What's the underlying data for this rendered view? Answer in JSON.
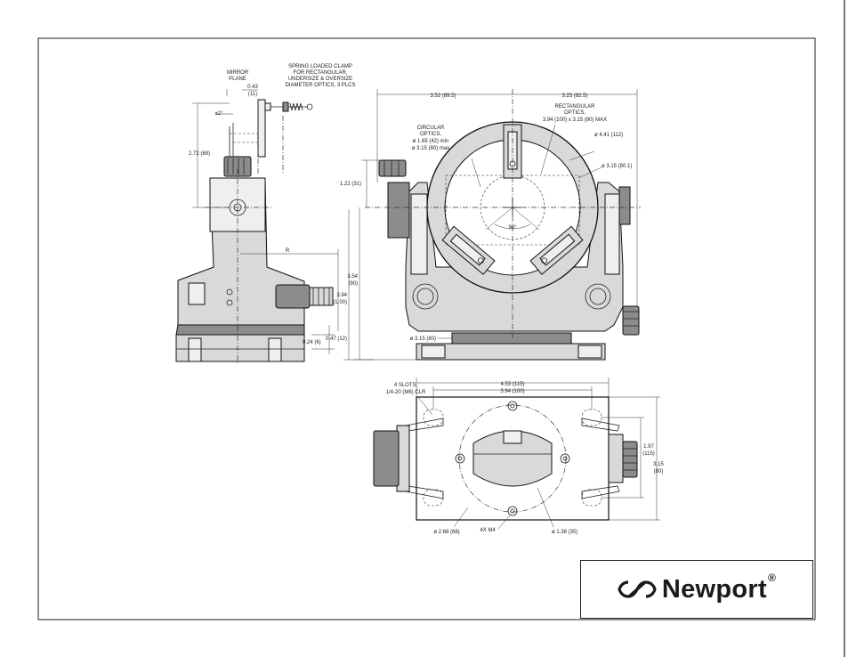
{
  "drawing": {
    "side_view": {
      "mirror_plane": [
        "MIRROR",
        "PLANE"
      ],
      "clamp_note": [
        "SPRING LOADED CLAMP",
        "FOR RECTANGULAR,",
        "UNDERSIZE & OVERSIZE",
        "DIAMETER OPTICS, 3 PLCS"
      ],
      "dim_043": "0.43",
      "dim_11": "(11)",
      "angle": "±2°",
      "height_272": "2.72 (69)",
      "radius": "R",
      "dim_047": "0.47 (12)",
      "dim_024": "0.24 (6)"
    },
    "front_view": {
      "width_left": "3.52 (89.5)",
      "width_right": "3.25 (82.5)",
      "rect_optics": [
        "RECTANGULAR",
        "OPTICS,",
        "3.94 (100) x 3.15 (80) MAX"
      ],
      "circ_optics": [
        "CIRCULAR",
        "OPTICS,",
        "ø 1.65 (42) min",
        "ø 3.15 (80) max"
      ],
      "dia_441": "ø 4.41 (112)",
      "dia_315": "ø 3.15 (80.1)",
      "dim_122": "1.22 (31)",
      "dim_354": [
        "3.54",
        "(90)"
      ],
      "dim_394": [
        "3.94",
        "(1.00)"
      ],
      "angle_90": "90°",
      "base_dia": "ø 3.15 (80)"
    },
    "bottom_view": {
      "width_453": "4.53 (115)",
      "width_394": "3.94 (100)",
      "slots": [
        "4 SLOTS,",
        "1/4-20 (M6) CLR"
      ],
      "dim_197": [
        "1.97",
        "(115)"
      ],
      "dim_315": [
        "3.15",
        "(80)"
      ],
      "bolt_circle": "ø 2.68 (68)",
      "screws": "4X M4",
      "bore": "ø 1.38 (35)"
    }
  },
  "logo": {
    "brand": "Newport",
    "reg_mark": "®"
  }
}
